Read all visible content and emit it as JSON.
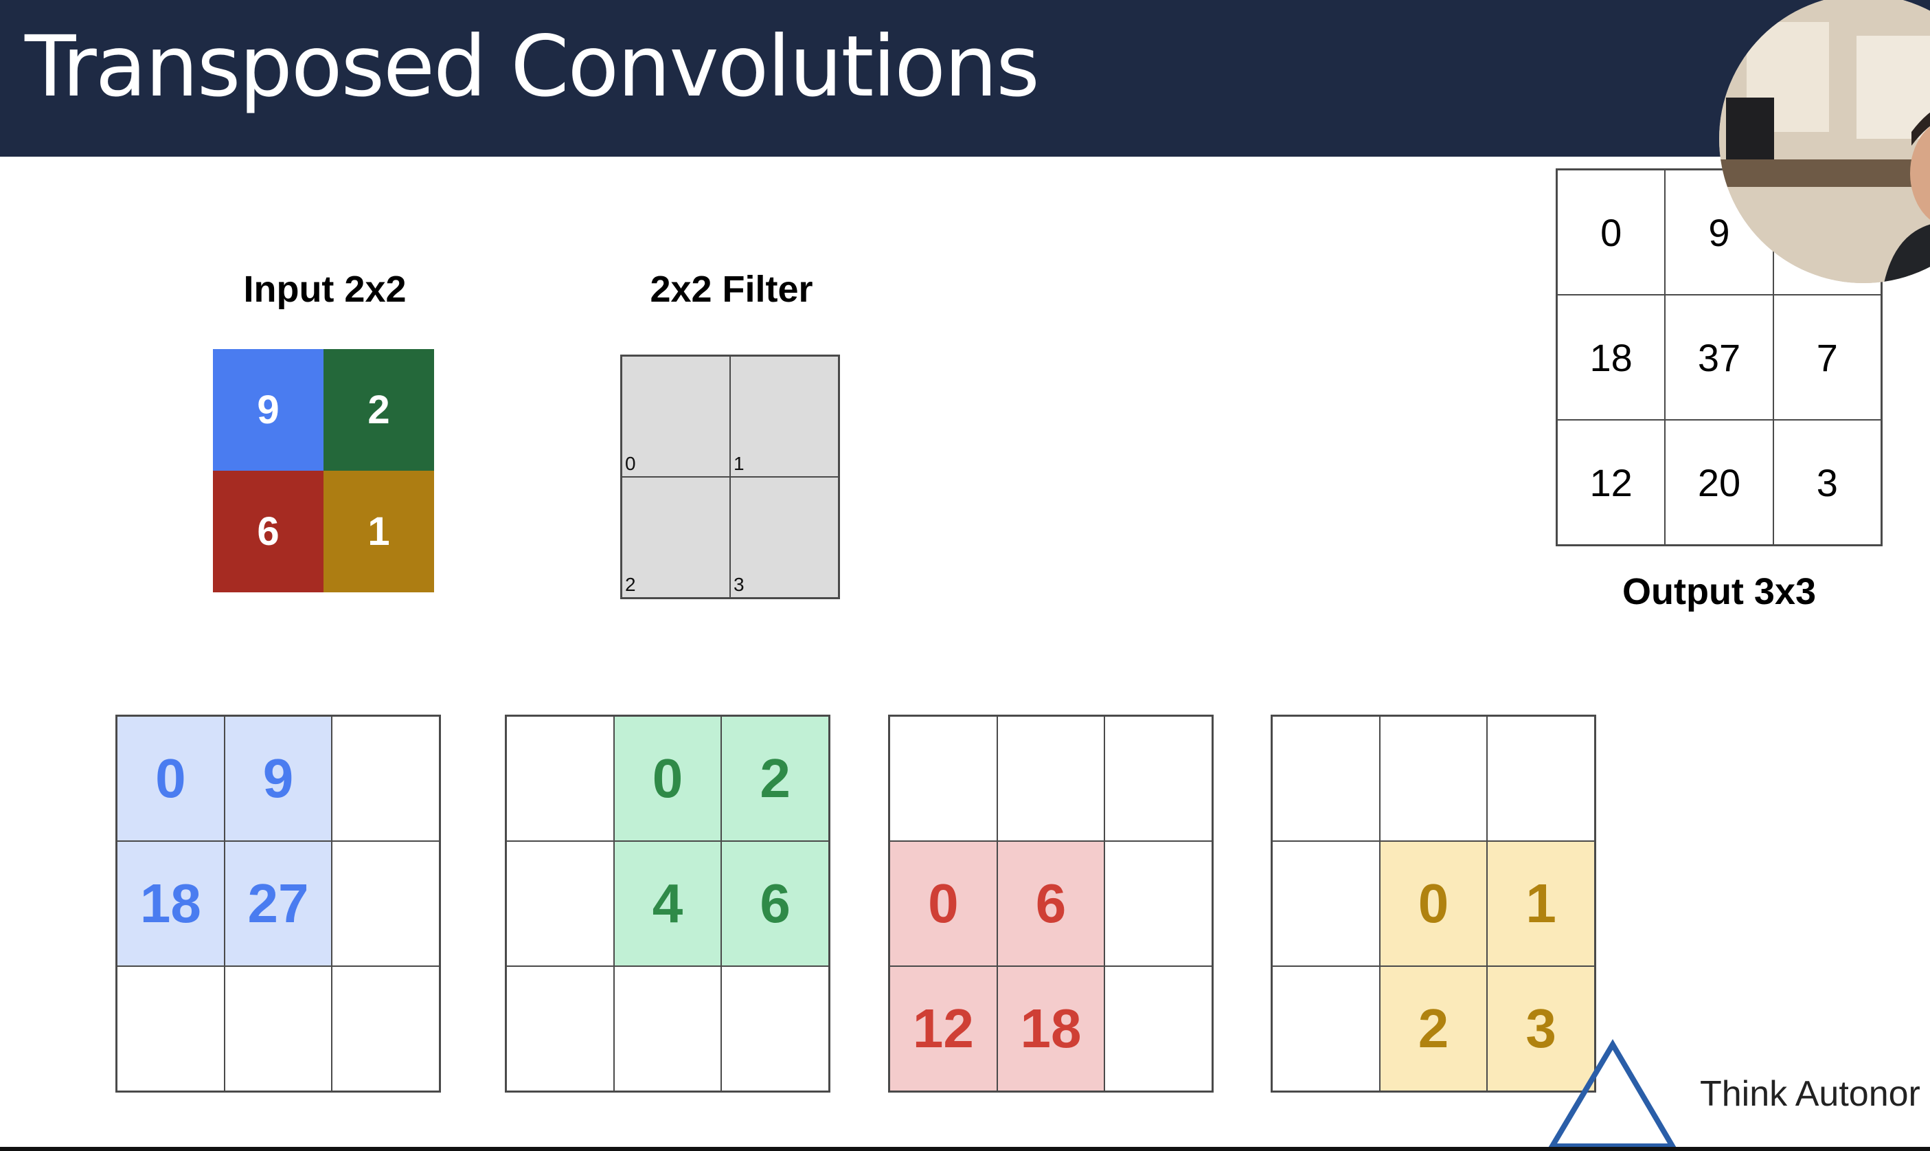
{
  "title": "Transposed Convolutions",
  "input": {
    "label": "Input 2x2",
    "cells": [
      {
        "value": "9",
        "color": "#4a7cf0"
      },
      {
        "value": "2",
        "color": "#24683a"
      },
      {
        "value": "6",
        "color": "#a62b22"
      },
      {
        "value": "1",
        "color": "#ad7d12"
      }
    ]
  },
  "filter": {
    "label": "2x2 Filter",
    "indices": [
      "0",
      "1",
      "2",
      "3"
    ]
  },
  "output": {
    "label": "Output 3x3",
    "cells": [
      "0",
      "9",
      "",
      "18",
      "37",
      "7",
      "12",
      "20",
      "3"
    ]
  },
  "steps": [
    {
      "color": "#4a7cf0",
      "fill": "#d5e1fb",
      "highlight": [
        0,
        1,
        3,
        4
      ],
      "cells": [
        "0",
        "9",
        "",
        "18",
        "27",
        "",
        "",
        "",
        ""
      ]
    },
    {
      "color": "#2f8a48",
      "fill": "#c1f0d5",
      "highlight": [
        1,
        2,
        4,
        5
      ],
      "cells": [
        "",
        "0",
        "2",
        "",
        "4",
        "6",
        "",
        "",
        ""
      ]
    },
    {
      "color": "#cf3f35",
      "fill": "#f4cccc",
      "highlight": [
        3,
        4,
        6,
        7
      ],
      "cells": [
        "",
        "",
        "",
        "0",
        "6",
        "",
        "12",
        "18",
        ""
      ]
    },
    {
      "color": "#b0820f",
      "fill": "#fbeaba",
      "highlight": [
        4,
        5,
        7,
        8
      ],
      "cells": [
        "",
        "",
        "",
        "",
        "0",
        "1",
        "",
        "2",
        "3"
      ]
    }
  ],
  "brand": {
    "text": "Think Autonor",
    "accent": "#2a5ea8"
  },
  "presenter": {
    "icon": "presenter-webcam"
  }
}
